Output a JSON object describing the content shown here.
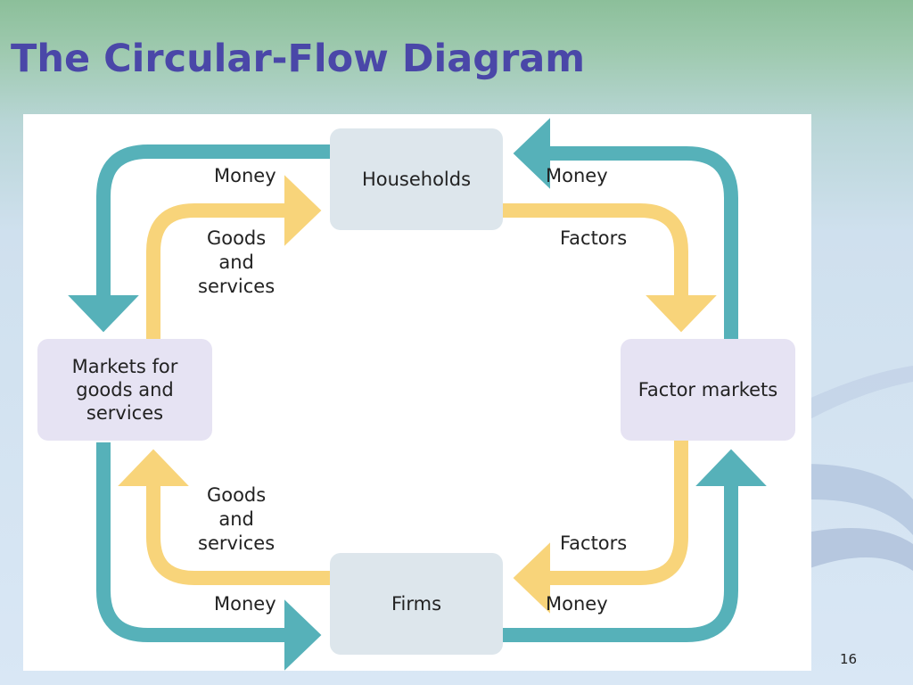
{
  "slide": {
    "title": "The Circular-Flow Diagram",
    "number": "16"
  },
  "colors": {
    "money_flow": "#56b1b9",
    "goods_factors_flow": "#f8d47a",
    "title": "#4a47a8"
  },
  "nodes": {
    "households": "Households",
    "firms": "Firms",
    "goods_market": "Markets for\ngoods and\nservices",
    "factor_market": "Factor markets"
  },
  "labels": {
    "money_top_left": "Money",
    "money_top_right": "Money",
    "money_bottom_left": "Money",
    "money_bottom_right": "Money",
    "goods_top": "Goods\nand\nservices",
    "goods_bottom": "Goods\nand\nservices",
    "factors_top": "Factors",
    "factors_bottom": "Factors"
  }
}
